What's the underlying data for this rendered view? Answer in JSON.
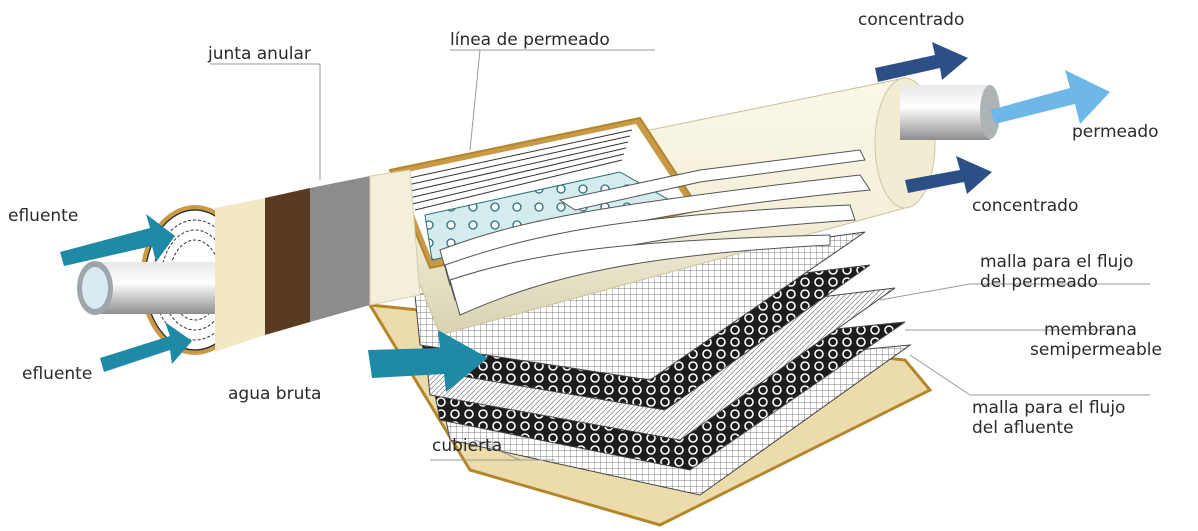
{
  "labels": {
    "junta_anular": "junta anular",
    "linea_permeado": "línea de permeado",
    "concentrado_top": "concentrado",
    "permeado": "permeado",
    "concentrado_bottom": "concentrado",
    "efluente_top": "efluente",
    "efluente_bottom": "efluente",
    "agua_bruta": "agua bruta",
    "malla_permeado": [
      "malla para el flujo",
      "del permeado"
    ],
    "membrana": [
      "membrana",
      "semipermeable"
    ],
    "malla_afluente": [
      "malla para el flujo",
      "del afluente"
    ],
    "cubierta": "cubierta"
  },
  "colors": {
    "inflow_arrow": "#1e8aa6",
    "concentrate_arrow": "#2c4f86",
    "permeate_arrow": "#6db8e8",
    "housing": "#f3efd8",
    "gasket_brown": "#5a3a22",
    "gasket_gray": "#8c8c8c",
    "base_tan": "#ecdcab",
    "base_edge": "#b4862c"
  }
}
